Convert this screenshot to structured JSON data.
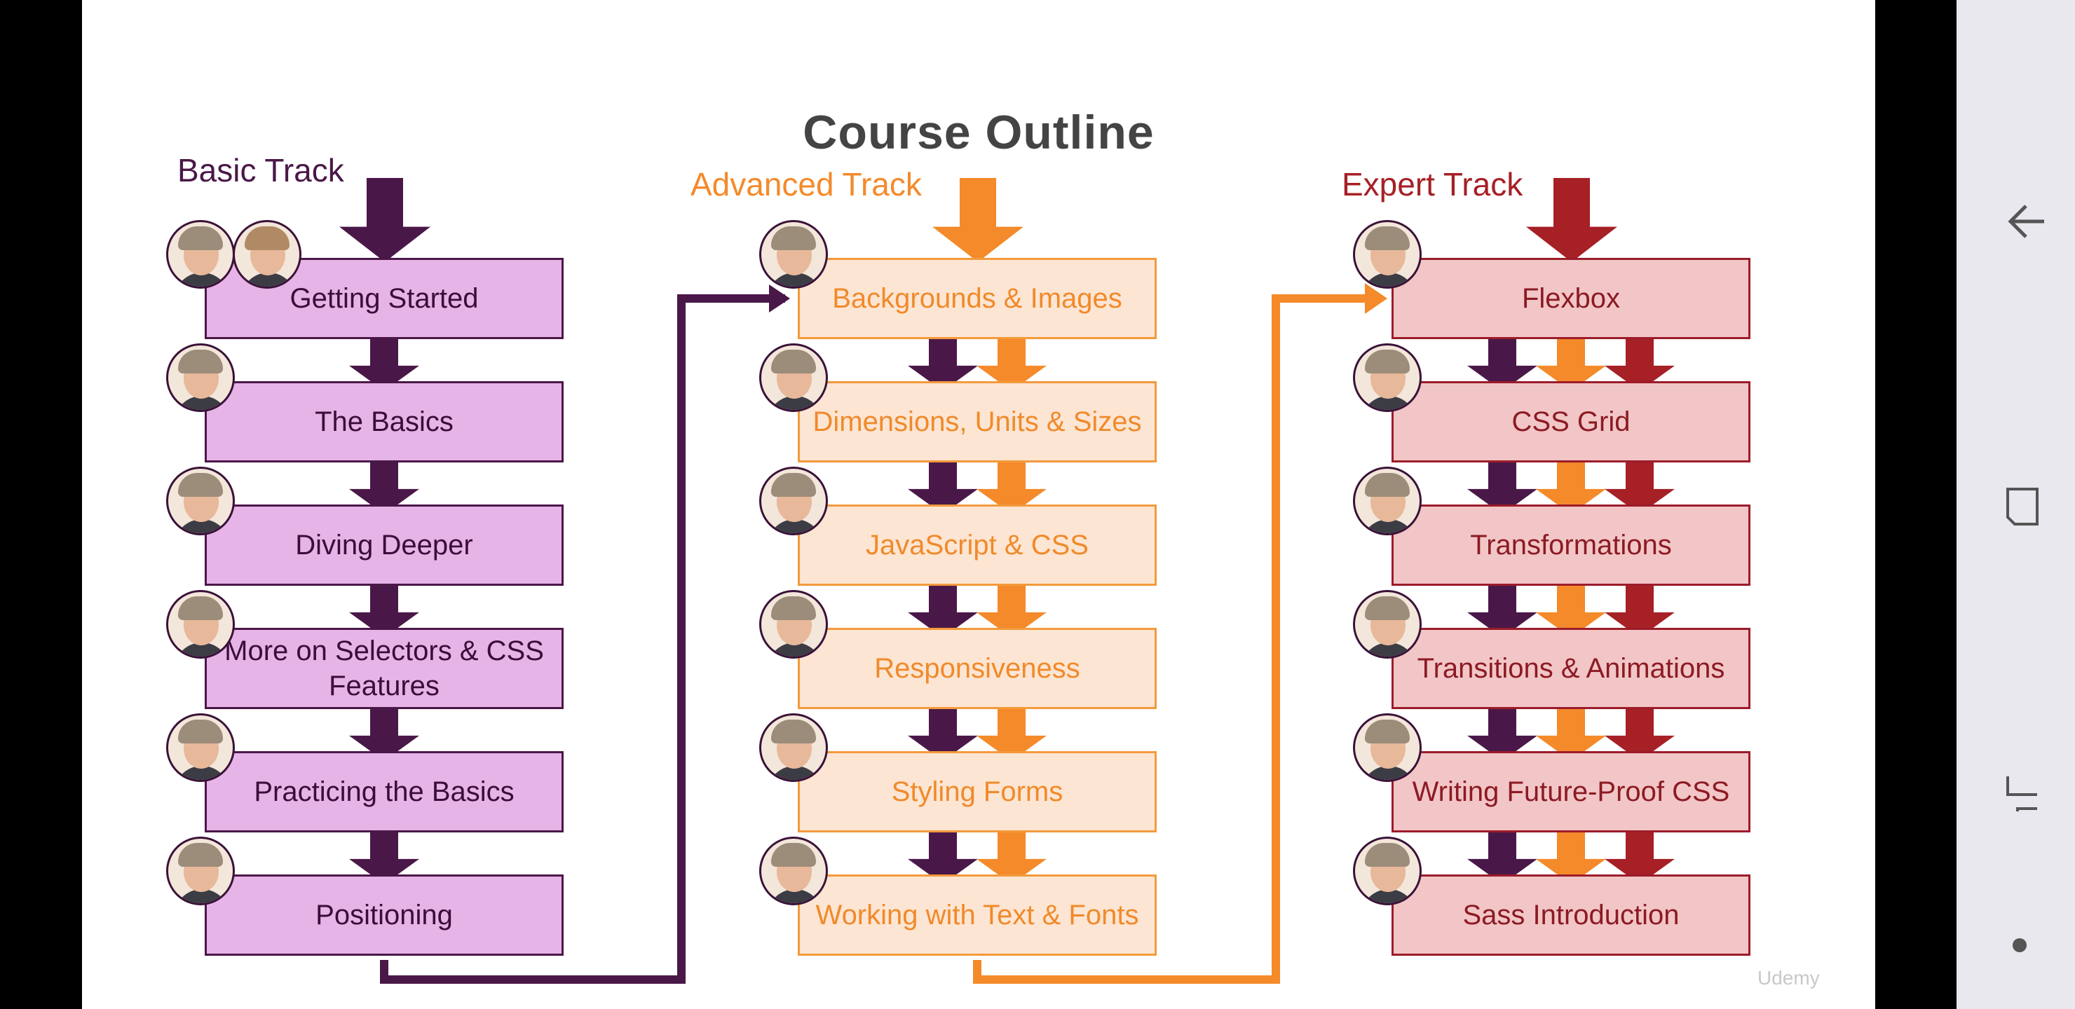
{
  "title": "Course Outline",
  "tracks": [
    {
      "label": "Basic Track",
      "items": [
        "Getting Started",
        "The Basics",
        "Diving Deeper",
        "More on Selectors & CSS Features",
        "Practicing the Basics",
        "Positioning"
      ]
    },
    {
      "label": "Advanced Track",
      "items": [
        "Backgrounds & Images",
        "Dimensions, Units & Sizes",
        "JavaScript & CSS",
        "Responsiveness",
        "Styling Forms",
        "Working with Text & Fonts"
      ]
    },
    {
      "label": "Expert Track",
      "items": [
        "Flexbox",
        "CSS Grid",
        "Transformations",
        "Transitions & Animations",
        "Writing Future-Proof CSS",
        "Sass Introduction"
      ]
    }
  ],
  "colors": {
    "basic_arrow": "#4a1848",
    "advanced_arrow": "#f48a2a",
    "expert_arrow": "#a62026",
    "basic_fill": "#e6b4e6",
    "advanced_fill": "#fde5d3",
    "expert_fill": "#f2c6c6"
  },
  "watermark": "Udemy",
  "nav": {
    "back_icon": "back-arrow-icon",
    "home_icon": "home-square-icon",
    "recents_icon": "recents-icon",
    "dot_icon": "dot-icon"
  }
}
